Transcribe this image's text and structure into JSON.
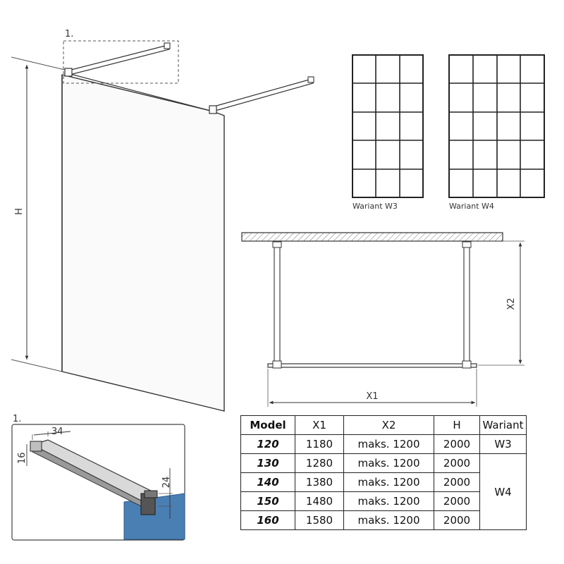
{
  "detail": {
    "callout": "1.",
    "inset_callout": "1.",
    "dim_width": "34",
    "dim_height": "16",
    "dim_bracket": "24"
  },
  "dimensions": {
    "height": "H",
    "x1": "X1",
    "x2": "X2"
  },
  "variants": [
    {
      "label": "Wariant W3",
      "columns": 3,
      "rows": 5
    },
    {
      "label": "Wariant W4",
      "columns": 4,
      "rows": 5
    }
  ],
  "table": {
    "headers": [
      "Model",
      "X1",
      "X2",
      "H",
      "Wariant"
    ],
    "rows": [
      {
        "model": "120",
        "x1": "1180",
        "x2": "maks. 1200",
        "h": "2000"
      },
      {
        "model": "130",
        "x1": "1280",
        "x2": "maks. 1200",
        "h": "2000"
      },
      {
        "model": "140",
        "x1": "1380",
        "x2": "maks. 1200",
        "h": "2000"
      },
      {
        "model": "150",
        "x1": "1480",
        "x2": "maks. 1200",
        "h": "2000"
      },
      {
        "model": "160",
        "x1": "1580",
        "x2": "maks. 1200",
        "h": "2000"
      }
    ],
    "variant_groups": [
      "W3",
      "W4"
    ]
  }
}
